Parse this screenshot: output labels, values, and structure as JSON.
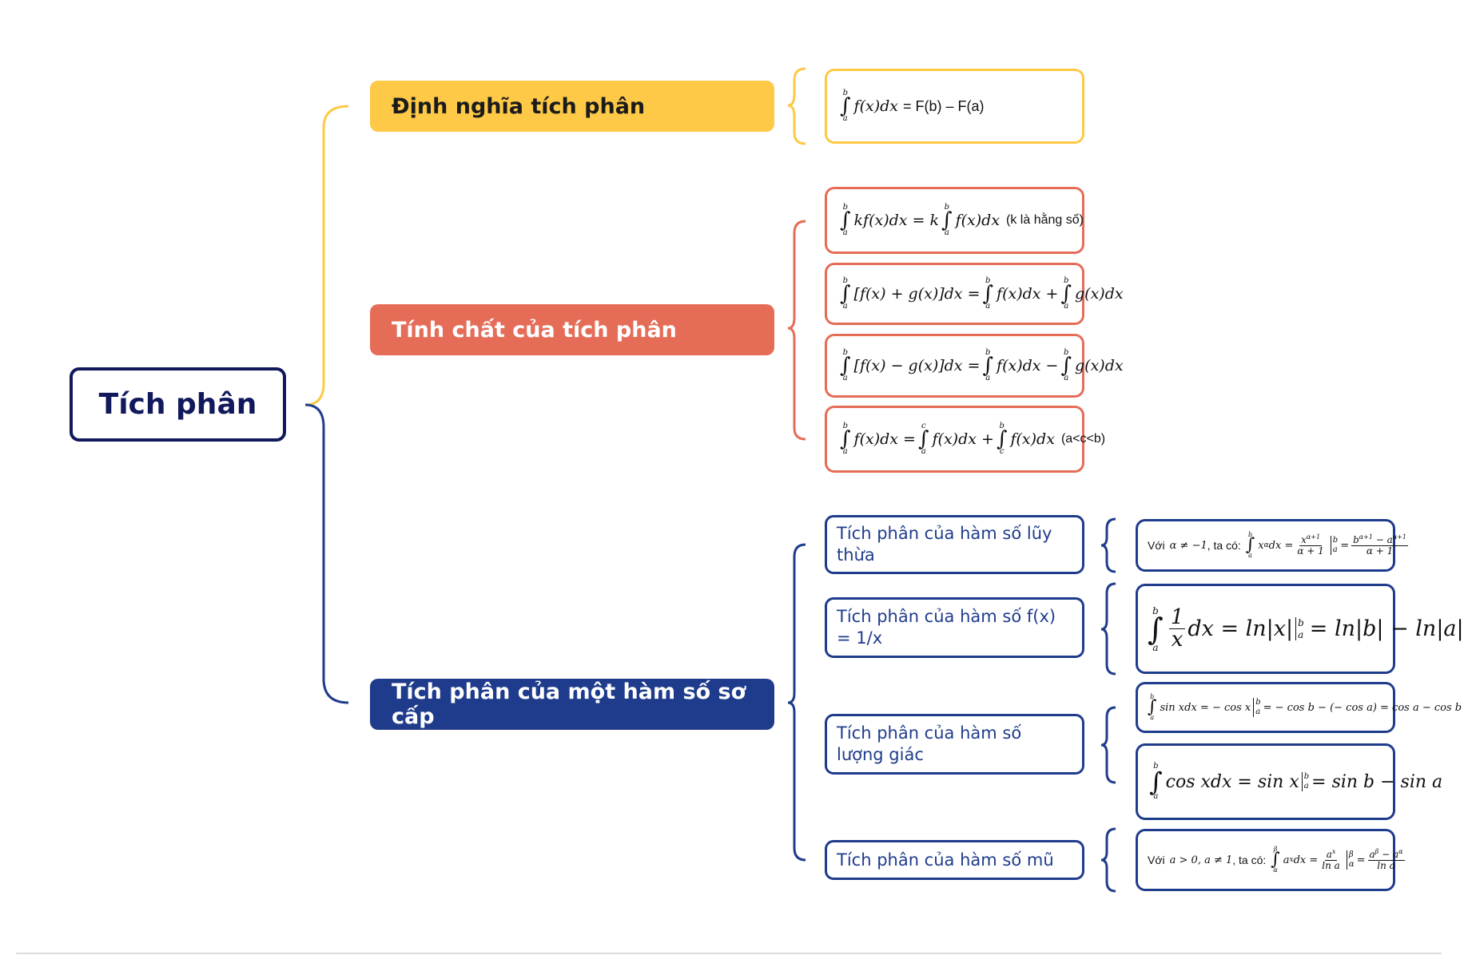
{
  "root": {
    "label": "Tích phân"
  },
  "branches": {
    "definition": "Định nghĩa tích phân",
    "properties": "Tính chất của tích phân",
    "elementary": "Tích phân của một hàm số sơ cấp"
  },
  "definition_formula": {
    "integrand": "f(x)dx",
    "rhs": "= F(b) – F(a)",
    "lower": "a",
    "upper": "b"
  },
  "properties_formulas": {
    "p1": {
      "lhs": "kf(x)dx = k",
      "rhs": "f(x)dx",
      "note": "(k là hằng số)"
    },
    "p2": {
      "lhs": "[f(x) + g(x)]dx =",
      "mid": "f(x)dx +",
      "rhs": "g(x)dx"
    },
    "p3": {
      "lhs": "[f(x) − g(x)]dx =",
      "mid": "f(x)dx −",
      "rhs": "g(x)dx"
    },
    "p4": {
      "lhs": "f(x)dx =",
      "mid": "f(x)dx +",
      "rhs": "f(x)dx",
      "note": "(a<c<b)"
    }
  },
  "elementary_items": [
    "Tích phân của hàm số lũy thừa",
    "Tích phân của hàm số f(x) = 1/x",
    "Tích phân của hàm số lượng giác",
    "Tích phân của hàm số mũ"
  ],
  "elementary_formulas": {
    "power": {
      "cond_prefix": "Với",
      "cond": "α ≠ −1",
      "cond_suffix": ", ta có:",
      "integrand": "x",
      "num": "x",
      "den": "α + 1",
      "num2": "b",
      "den2": "α + 1"
    },
    "reciprocal": {
      "num": "1",
      "den": "x",
      "part1": "dx = ln|x|",
      "part2": "= ln|b| − ln|a|"
    },
    "sin": {
      "text": "sin xdx = − cos x",
      "rest": "= − cos b − (− cos a) = cos a − cos b"
    },
    "cos": {
      "text": "cos xdx = sin x",
      "rest": "= sin b − sin a"
    },
    "exp": {
      "cond_prefix": "Với",
      "cond": "a > 0, a ≠ 1",
      "cond_suffix": ", ta có:",
      "integrand": "a",
      "num": "a",
      "den": "ln a",
      "num2": "a",
      "den2": "ln a"
    }
  },
  "colors": {
    "yellow": "#fdc947",
    "red": "#e56d58",
    "navy": "#1f3c8c",
    "dark": "#11195c"
  }
}
